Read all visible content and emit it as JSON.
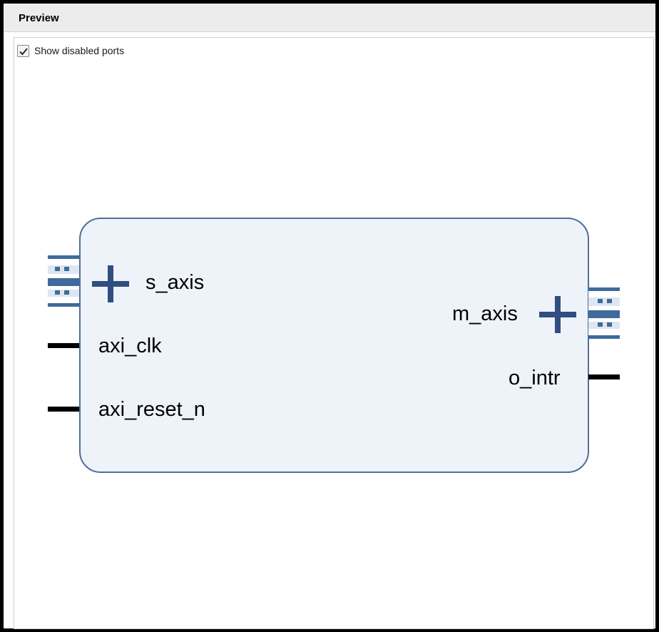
{
  "panel": {
    "title": "Preview"
  },
  "options": {
    "show_disabled_ports_label": "Show disabled ports",
    "show_disabled_ports_checked": true
  },
  "block": {
    "ports_left": [
      {
        "name": "s_axis",
        "kind": "bus"
      },
      {
        "name": "axi_clk",
        "kind": "wire"
      },
      {
        "name": "axi_reset_n",
        "kind": "wire"
      }
    ],
    "ports_right": [
      {
        "name": "m_axis",
        "kind": "bus"
      },
      {
        "name": "o_intr",
        "kind": "wire"
      }
    ]
  },
  "colors": {
    "block_fill": "#eef3fa",
    "block_border": "#4f6e9a",
    "bus_icon": "#3f6a9c",
    "plus_icon": "#304e80",
    "wire": "#000000"
  },
  "icons": [
    "checkmark-icon",
    "bus-interface-icon",
    "expand-plus-icon"
  ]
}
